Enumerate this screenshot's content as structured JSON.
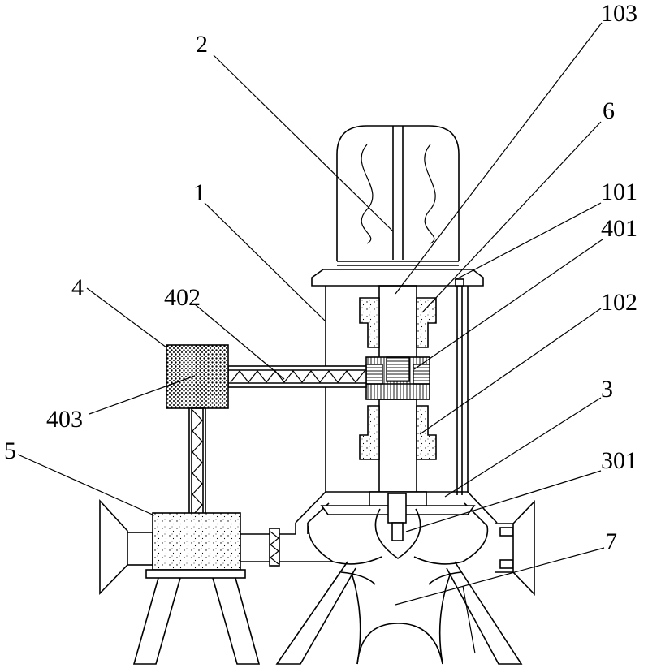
{
  "labels": {
    "l103": "103",
    "l2": "2",
    "l6": "6",
    "l1": "1",
    "l101": "101",
    "l401": "401",
    "l4": "4",
    "l402": "402",
    "l102": "102",
    "l403": "403",
    "l3": "3",
    "l5": "5",
    "l301": "301",
    "l7": "7"
  }
}
